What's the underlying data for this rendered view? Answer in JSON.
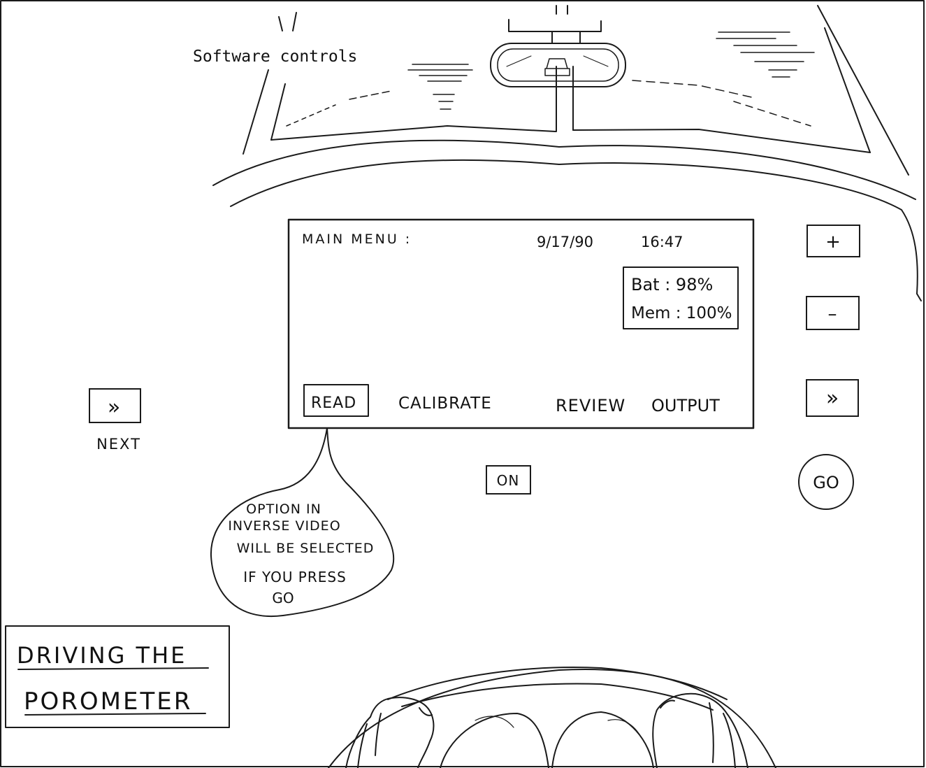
{
  "caption": "Software controls",
  "screen": {
    "heading": "MAIN MENU :",
    "date": "9/17/90",
    "time": "16:47",
    "battery": "Bat : 98%",
    "memory": "Mem : 100%",
    "menu": [
      {
        "label": "READ",
        "selected": true
      },
      {
        "label": "CALIBRATE",
        "selected": false
      },
      {
        "label": "REVIEW",
        "selected": false
      },
      {
        "label": "OUTPUT",
        "selected": false
      }
    ]
  },
  "controls": {
    "plus": "+",
    "minus": "–",
    "next_right": "»",
    "go": "GO",
    "on": "ON",
    "next_left": "»",
    "next_label": "NEXT"
  },
  "callout": [
    "OPTION IN",
    "INVERSE VIDEO",
    "WILL BE SELECTED",
    "IF YOU PRESS",
    "GO"
  ],
  "title": [
    "DRIVING THE",
    "POROMETER"
  ]
}
